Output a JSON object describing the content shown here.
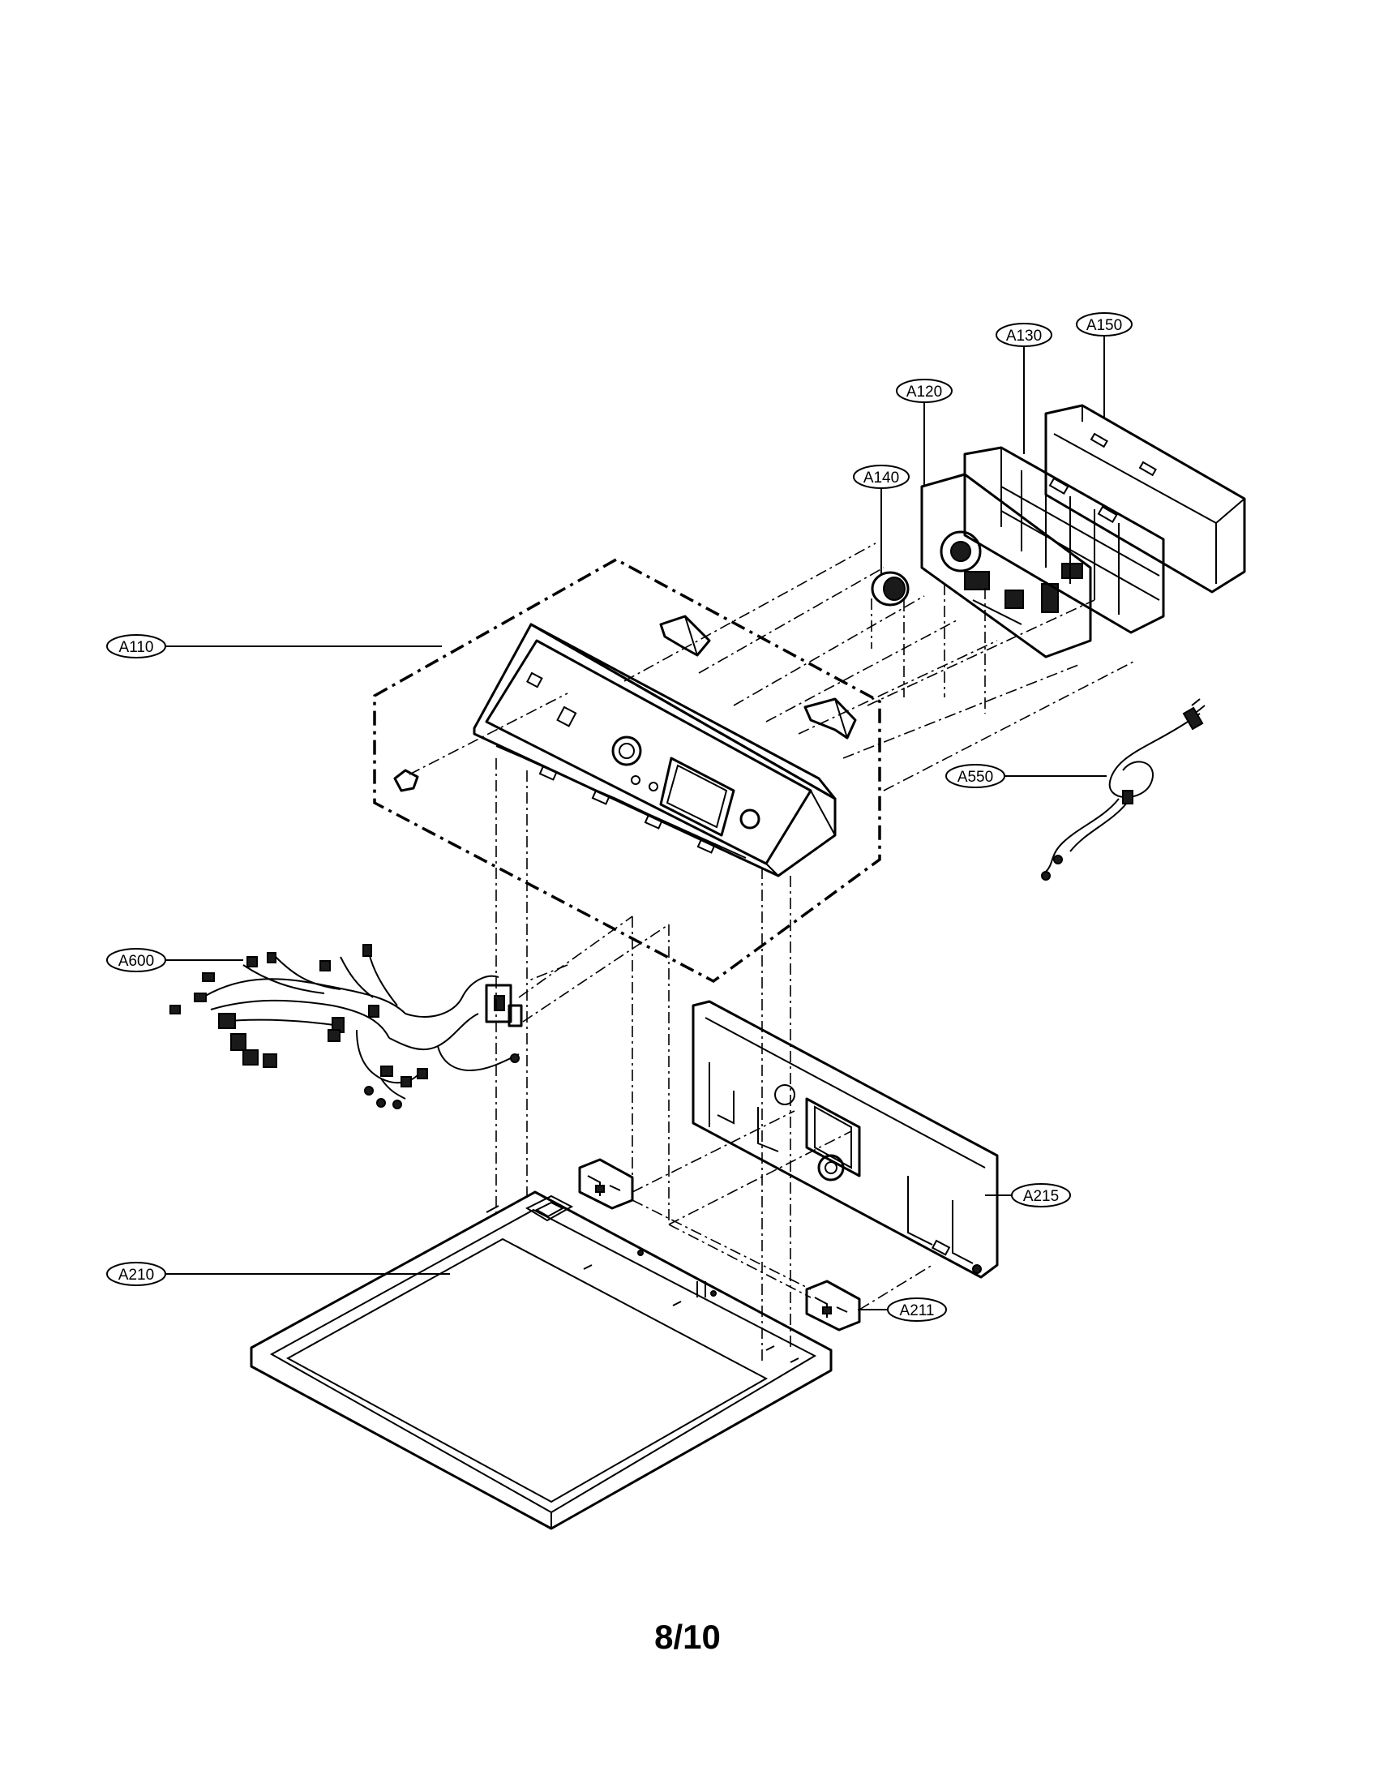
{
  "page": {
    "number": "8/10"
  },
  "callouts": [
    {
      "id": "a110",
      "label": "A110"
    },
    {
      "id": "a120",
      "label": "A120"
    },
    {
      "id": "a130",
      "label": "A130"
    },
    {
      "id": "a140",
      "label": "A140"
    },
    {
      "id": "a150",
      "label": "A150"
    },
    {
      "id": "a210",
      "label": "A210"
    },
    {
      "id": "a211",
      "label": "A211"
    },
    {
      "id": "a215",
      "label": "A215"
    },
    {
      "id": "a550",
      "label": "A550"
    },
    {
      "id": "a600",
      "label": "A600"
    }
  ]
}
